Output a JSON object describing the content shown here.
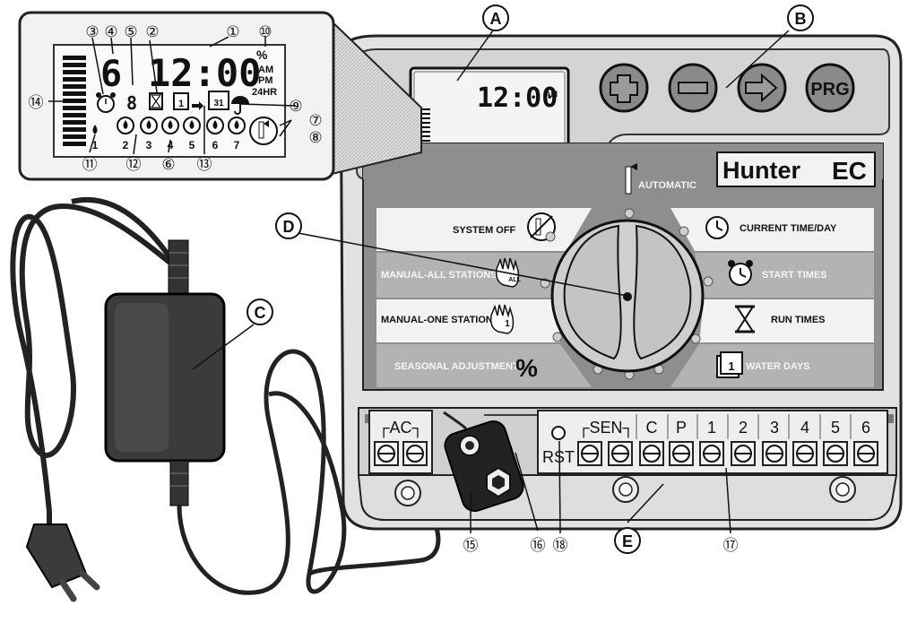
{
  "callouts": {
    "A": "A",
    "B": "B",
    "C": "C",
    "D": "D",
    "E": "E",
    "n1": "①",
    "n2": "②",
    "n3": "③",
    "n4": "④",
    "n5": "⑤",
    "n6": "⑥",
    "n7": "⑦",
    "n8": "⑧",
    "n9": "⑨",
    "n10": "⑩",
    "n11": "⑪",
    "n12": "⑫",
    "n13": "⑬",
    "n14": "⑭",
    "n15": "⑮",
    "n16": "⑯",
    "n17": "⑰",
    "n18": "⑱"
  },
  "zoom_display": {
    "day_digit": "6",
    "time": "12:00",
    "percent": "%",
    "am": "AM",
    "pm": "PM",
    "hr24": "24HR",
    "program_digit": "8",
    "water_day": "1",
    "calendar_day": "31",
    "day_numbers": [
      "1",
      "2",
      "3",
      "4",
      "5",
      "6",
      "7"
    ]
  },
  "controller": {
    "lcd_time": "12:00",
    "lcd_am": "AM",
    "brand": "Hunter",
    "model": "EC",
    "buttons": {
      "plus": "+",
      "minus": "−",
      "arrow": "⇨",
      "prg": "PRG"
    },
    "dial": {
      "automatic": "AUTOMATIC",
      "system_off": "SYSTEM OFF",
      "manual_all": "MANUAL-ALL STATIONS",
      "manual_all_badge": "ALL",
      "manual_one": "MANUAL-ONE STATION",
      "manual_one_badge": "1",
      "seasonal": "SEASONAL ADJUSTMENT",
      "seasonal_symbol": "%",
      "current_time": "CURRENT TIME/DAY",
      "start_times": "START TIMES",
      "run_times": "RUN TIMES",
      "water_days": "WATER DAYS",
      "water_days_badge": "1"
    },
    "terminals": {
      "ac": "┌AC┐",
      "sen": "┌SEN┐",
      "rst": "RST",
      "labels": [
        "C",
        "P",
        "1",
        "2",
        "3",
        "4",
        "5",
        "6"
      ]
    }
  }
}
